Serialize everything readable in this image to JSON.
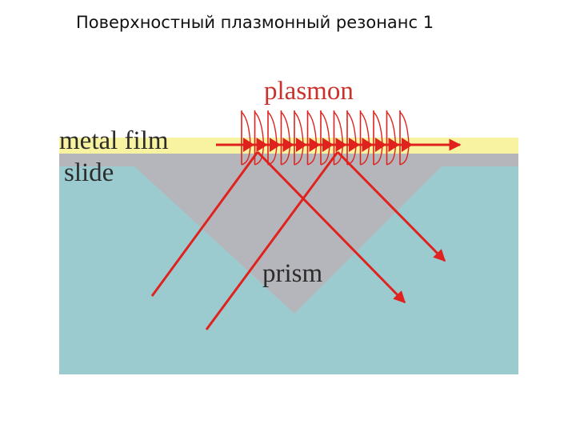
{
  "slide": {
    "title": "Поверхностный плазмонный резонанс 1"
  },
  "diagram": {
    "labels": {
      "plasmon": "plasmon",
      "metal_film": "metal film",
      "slide": "slide",
      "prism": "prism"
    },
    "colors": {
      "water": "#9ccbcf",
      "metal_film": "#f7f3a0",
      "slide_layer": "#b5b6bb",
      "prism": "#b5b6bb",
      "ray": "#e0221e",
      "plasmon_label": "#c9322b",
      "label": "#2c2c2c"
    }
  }
}
